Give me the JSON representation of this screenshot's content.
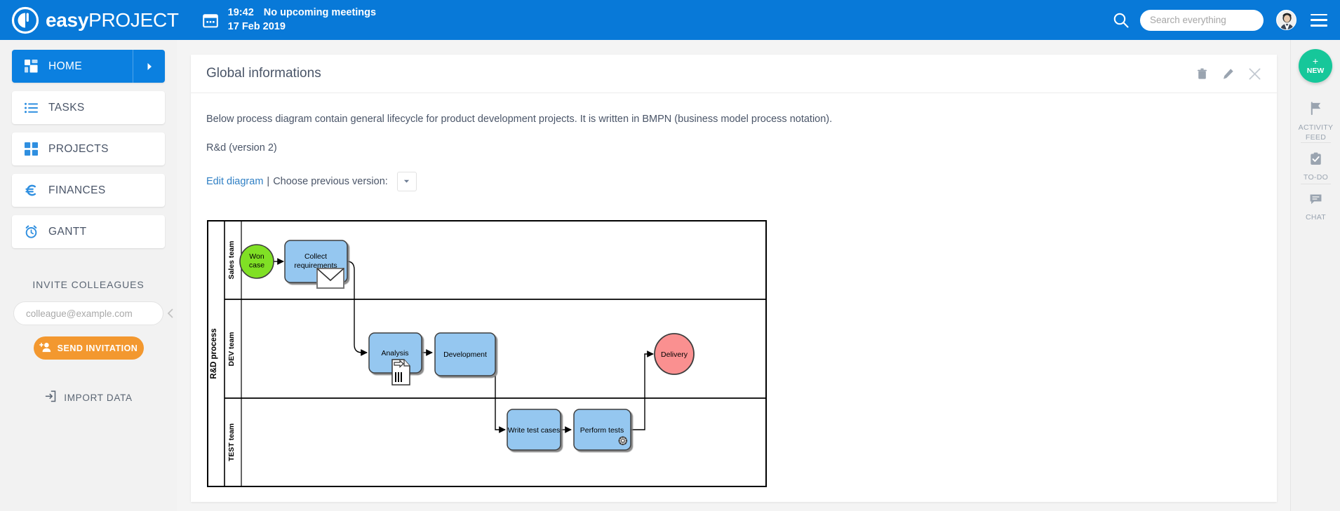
{
  "topbar": {
    "logo_bold": "easy",
    "logo_light": "PROJECT",
    "logo_icon": "easy-project-logo-icon",
    "calendar_icon": "calendar-icon",
    "time": "19:42",
    "meetings": "No upcoming meetings",
    "date": "17 Feb 2019",
    "search_icon": "search-icon",
    "search_placeholder": "Search everything",
    "search_value": "",
    "avatar": "user-avatar",
    "menu_icon": "hamburger-menu-icon",
    "bg_color": "#0879d8"
  },
  "sidebar": {
    "items": [
      {
        "label": "HOME",
        "icon": "dashboard-grid-icon",
        "active": true
      },
      {
        "label": "TASKS",
        "icon": "list-icon",
        "active": false
      },
      {
        "label": "PROJECTS",
        "icon": "grid-squares-icon",
        "active": false
      },
      {
        "label": "FINANCES",
        "icon": "euro-icon",
        "active": false
      },
      {
        "label": "GANTT",
        "icon": "clock-alarm-icon",
        "active": false
      }
    ],
    "invite_title": "INVITE COLLEAGUES",
    "invite_placeholder": "colleague@example.com",
    "invite_value": "",
    "send_label": "SEND INVITATION",
    "send_icon": "add-user-icon",
    "send_color": "#f3982f",
    "import_label": "IMPORT DATA",
    "import_icon": "import-arrow-icon",
    "collapse_icon": "chevron-left-icon"
  },
  "rightbar": {
    "new_label": "NEW",
    "new_plus": "+",
    "new_color": "#16c79a",
    "items": [
      {
        "label": "ACTIVITY FEED",
        "icon": "flag-icon"
      },
      {
        "label": "TO-DO",
        "icon": "clipboard-check-icon"
      },
      {
        "label": "CHAT",
        "icon": "chat-bubble-icon"
      }
    ]
  },
  "panel": {
    "title": "Global informations",
    "actions": [
      {
        "name": "delete-button",
        "icon": "trash-icon"
      },
      {
        "name": "edit-button",
        "icon": "pencil-icon"
      },
      {
        "name": "close-button",
        "icon": "close-icon"
      }
    ],
    "paragraph": "Below process diagram contain general lifecycle for product development projects. It is written in BMPN (business model process notation).",
    "version_line": "R&d (version 2)",
    "edit_diagram_link": "Edit diagram",
    "separator": "|",
    "choose_version_label": "Choose previous version:",
    "version_select_value": "",
    "version_select_icon": "chevron-down-icon"
  },
  "diagram": {
    "type": "bpmn",
    "pool_label": "R&D process",
    "lanes": [
      {
        "label": "Sales team"
      },
      {
        "label": "DEV team"
      },
      {
        "label": "TEST team"
      }
    ],
    "nodes": [
      {
        "id": "won-case",
        "label": "Won case",
        "shape": "start-event-circle",
        "lane": "Sales team",
        "fill": "#80e025"
      },
      {
        "id": "collect-requirements",
        "label": "Collect requirements",
        "shape": "task",
        "lane": "Sales team",
        "fill": "#95c7f0",
        "marker": "message-envelope-icon"
      },
      {
        "id": "analysis",
        "label": "Analysis",
        "shape": "task",
        "lane": "DEV team",
        "fill": "#95c7f0",
        "marker": "script-document-icon"
      },
      {
        "id": "development",
        "label": "Development",
        "shape": "task",
        "lane": "DEV team",
        "fill": "#95c7f0"
      },
      {
        "id": "delivery",
        "label": "Delivery",
        "shape": "end-event-circle",
        "lane": "DEV team",
        "fill": "#fa9090"
      },
      {
        "id": "write-test-cases",
        "label": "Write test cases",
        "shape": "task",
        "lane": "TEST team",
        "fill": "#95c7f0"
      },
      {
        "id": "perform-tests",
        "label": "Perform tests",
        "shape": "task",
        "lane": "TEST team",
        "fill": "#95c7f0",
        "marker": "gear-service-icon"
      }
    ],
    "flows": [
      {
        "from": "won-case",
        "to": "collect-requirements"
      },
      {
        "from": "collect-requirements",
        "to": "analysis"
      },
      {
        "from": "analysis",
        "to": "development"
      },
      {
        "from": "development",
        "to": "write-test-cases"
      },
      {
        "from": "write-test-cases",
        "to": "perform-tests"
      },
      {
        "from": "perform-tests",
        "to": "delivery"
      }
    ]
  }
}
